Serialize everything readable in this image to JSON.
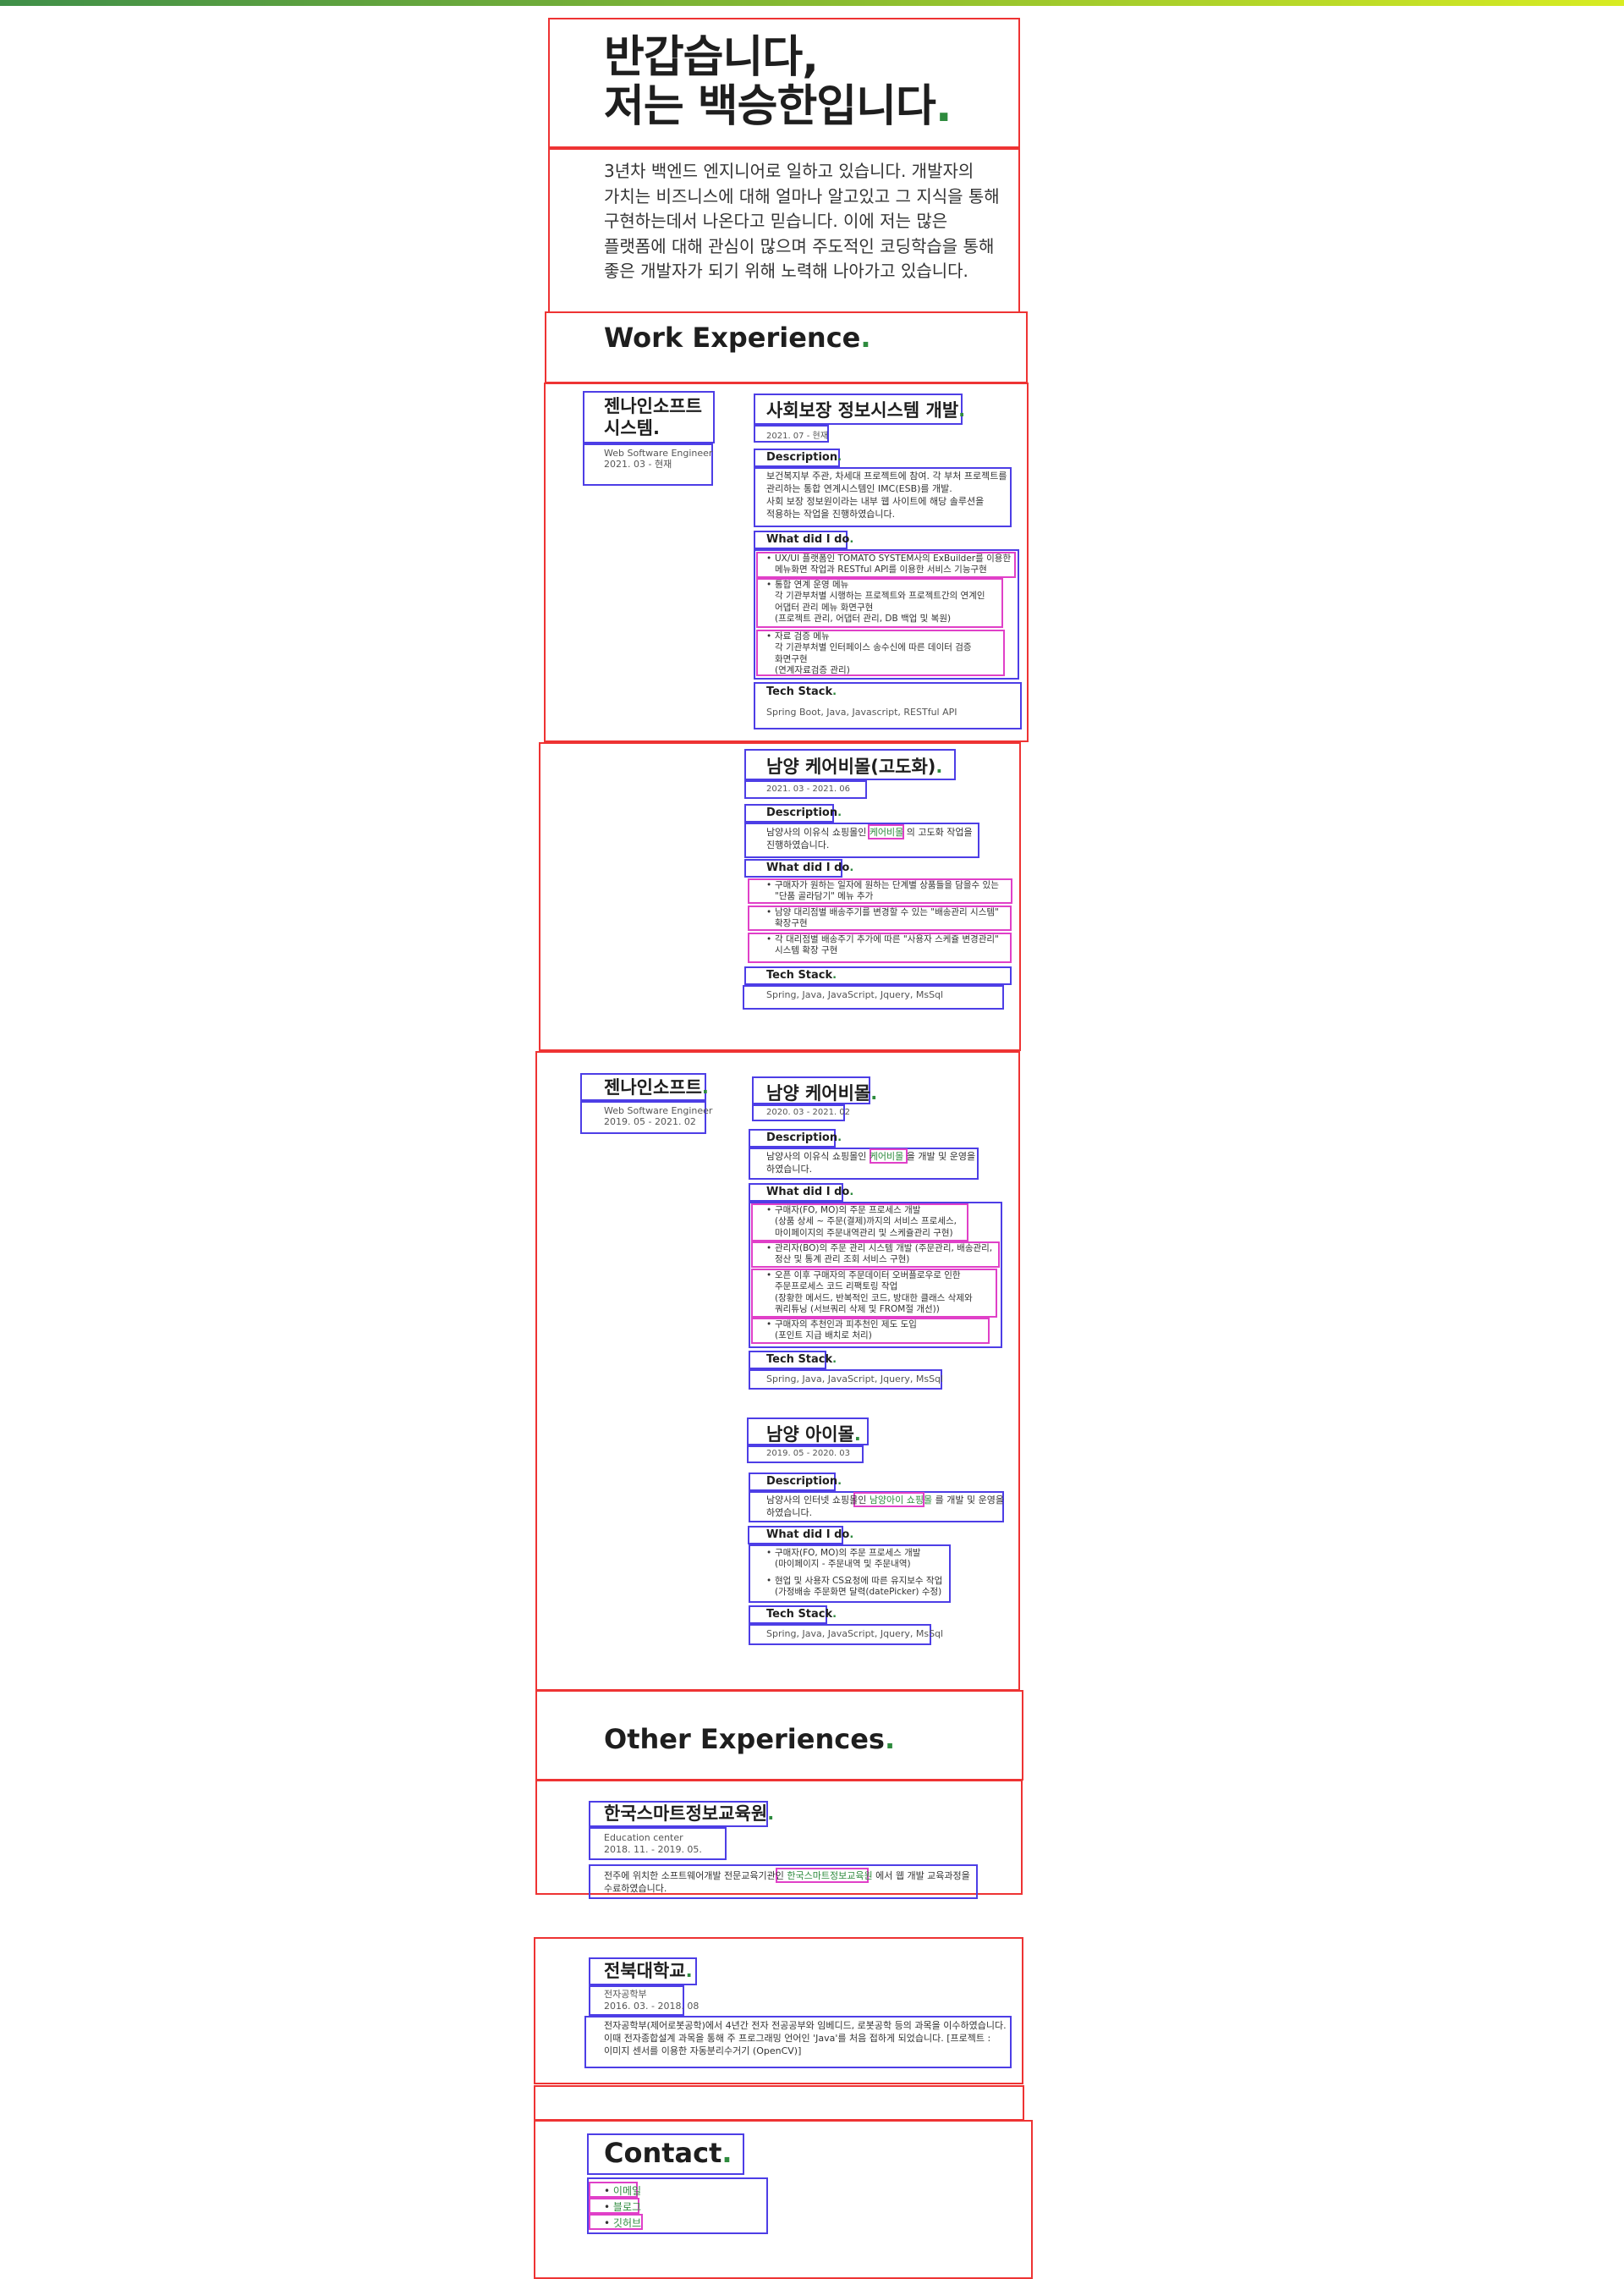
{
  "hero": {
    "title_line1": "반갑습니다,",
    "title_line2": "저는 백승한입니다",
    "title_dot": "."
  },
  "intro": {
    "lines": [
      "3년차 백엔드 엔지니어로 일하고 있습니다. 개발자의",
      "가치는 비즈니스에 대해 얼마나 알고있고 그 지식을 통해",
      "구현하는데서 나온다고 믿습니다. 이에 저는 많은",
      "플랫폼에 대해 관심이 많으며 주도적인 코딩학습을 통해",
      "좋은 개발자가 되기 위해 노력해 나아가고 있습니다."
    ]
  },
  "work": {
    "title": "Work Experience",
    "dot": "."
  },
  "job1": {
    "company_line1": "젠나인소프트",
    "company_line2": "시스템.",
    "role": "Web Software Engineer",
    "period": "2021. 03 - 현재",
    "project1": {
      "title": "사회보장 정보시스템 개발",
      "date": "2021. 07 - 현재",
      "description_label": "Description",
      "description": [
        "보건복지부 주관, 차세대 프로젝트에 참여. 각 부처 프로젝트를",
        "관리하는 통합 연계시스템인 IMC(ESB)를 개발.",
        "사회 보장 정보원이라는 내부 웹 사이트에 해당 솔루션을",
        "적용하는 작업을 진행하였습니다."
      ],
      "what_label": "What did I do",
      "items": [
        [
          "UX/UI 플랫폼인 TOMATO SYSTEM사의 ExBuilder를 이용한",
          "메뉴화면 작업과 RESTful API를 이용한 서비스 기능구현"
        ],
        [
          "통합 연계 운영 메뉴",
          "각 기관부처별 시행하는 프로젝트와 프로젝트간의 연계인",
          "어댑터 관리 메뉴 화면구현",
          "(프로젝트 관리, 어댑터 관리, DB 백업 및 복원)"
        ],
        [
          "자료 검증 메뉴",
          "각 기관부처별 인터페이스 송수신에 따른 데이터 검증",
          "화면구현",
          "(연계자료검증 관리)"
        ]
      ],
      "tech_label": "Tech Stack",
      "tech": "Spring Boot, Java, Javascript, RESTful API"
    },
    "project2": {
      "title": "남양 케어비몰(고도화)",
      "date": "2021. 03 - 2021. 06",
      "description_label": "Description",
      "desc_pre": "남양사의 이유식 쇼핑몰인 ",
      "desc_link": "케어비몰",
      "desc_post": " 의 고도화 작업을",
      "desc_line2": "진행하였습니다.",
      "what_label": "What did I do",
      "items": [
        [
          "구매자가 원하는 일자에 원하는 단계별 상품들을 담을수 있는",
          "\"단품 골라담기\" 메뉴 추가"
        ],
        [
          "남양 대리점별 배송주기를 변경할 수 있는 \"배송관리 시스템\"",
          "확장구현"
        ],
        [
          "각 대리점별 배송주기 추가에 따른 \"사용자 스케쥴 변경관리\"",
          "시스템 확장 구현"
        ]
      ],
      "tech_label": "Tech Stack",
      "tech": "Spring, Java, JavaScript, Jquery, MsSql"
    }
  },
  "job2": {
    "company": "젠나인소프트",
    "role": "Web Software Engineer",
    "period": "2019. 05 - 2021. 02",
    "project1": {
      "title": "남양 케어비몰",
      "date": "2020. 03 - 2021. 02",
      "description_label": "Description",
      "desc_pre": "남양사의 이유식 쇼핑몰인 ",
      "desc_link": "케어비몰",
      "desc_post": " 을 개발 및 운영을",
      "desc_line2": "하였습니다.",
      "what_label": "What did I do",
      "items": [
        [
          "구매자(FO, MO)의 주문 프로세스 개발",
          "(상품 상세 ~ 주문(결제)까지의 서비스 프로세스,",
          "마이페이지의 주문내역관리 및 스케쥴관리 구현)"
        ],
        [
          "관리자(BO)의 주문 관리 시스템 개발 (주문관리, 배송관리,",
          "정산 및 통계 관리 조회 서비스 구현)"
        ],
        [
          "오픈 이후 구매자의 주문데이터 오버플로우로 인한",
          "주문프로세스 코드 리팩토링 작업",
          "(장황한 메서드, 반복적인 코드, 방대한 클래스 삭제와",
          "쿼리튜닝 (서브쿼리 삭제 및 FROM절 개선))"
        ],
        [
          "구매자의 추천인과 피추천인 제도 도입",
          "(포인트 지급 배치로 처리)"
        ]
      ],
      "tech_label": "Tech Stack",
      "tech": "Spring, Java, JavaScript, Jquery, MsSql"
    },
    "project2": {
      "title": "남양 아이몰",
      "date": "2019. 05 - 2020. 03",
      "description_label": "Description",
      "desc_pre": "남양사의 인터넷 쇼핑몰인 ",
      "desc_link": "남양아이 쇼핑몰",
      "desc_post": " 를 개발 및 운영을",
      "desc_line2": "하였습니다.",
      "what_label": "What did I do",
      "items": [
        [
          "구매자(FO, MO)의 주문 프로세스 개발",
          "(마이페이지 - 주문내역 및 주문내역)"
        ],
        [
          "현업 및 사용자 CS요청에 따른 유지보수 작업",
          "(가정배송 주문화면 달력(datePicker) 수정)"
        ]
      ],
      "tech_label": "Tech Stack",
      "tech": "Spring, Java, JavaScript, Jquery, MsSql"
    }
  },
  "other": {
    "title": "Other Experiences",
    "dot": "."
  },
  "edu1": {
    "name": "한국스마트정보교육원",
    "type": "Education center",
    "period": "2018. 11. - 2019. 05.",
    "desc_pre": "전주에 위치한 소프트웨어개발 전문교육기관인 ",
    "desc_link": "한국스마트정보교육원",
    "desc_post": " 에서 웹 개발 교육과정을",
    "desc_line2": "수료하였습니다."
  },
  "edu2": {
    "name": "전북대학교",
    "type": "전자공학부",
    "period": "2016. 03. - 2018. 08",
    "desc": [
      "전자공학부(제어로봇공학)에서 4년간 전자 전공공부와 임베디드, 로봇공학 등의 과목을 이수하였습니다.",
      "이때 전자종합설계 과목을 통해 주 프로그래밍 언어인 'Java'를 처음 접하게 되었습니다. [프로젝트 :",
      "이미지 센서를 이용한 자동분리수거기 (OpenCV)]"
    ]
  },
  "contact": {
    "title": "Contact",
    "dot": ".",
    "items": [
      "이메일",
      "블로그",
      "깃허브"
    ]
  }
}
